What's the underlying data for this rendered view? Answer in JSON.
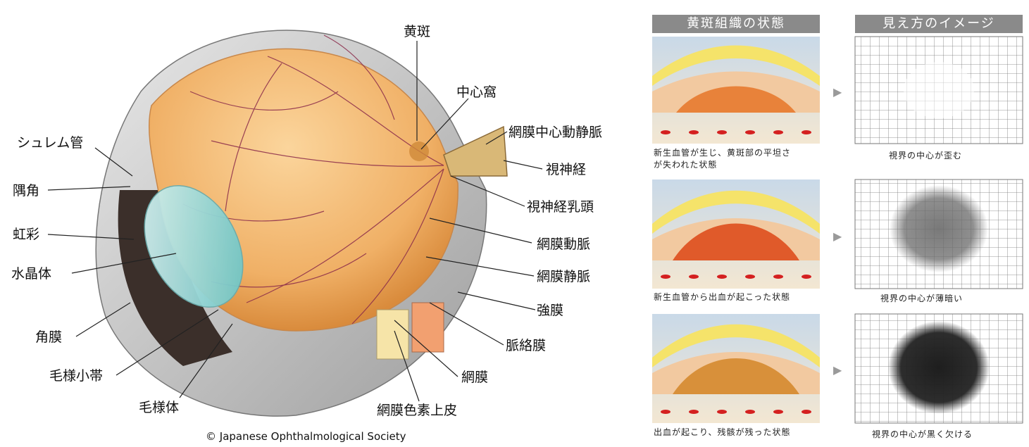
{
  "eye_labels": {
    "macula": "黄斑",
    "fovea": "中心窩",
    "central_retinal_vessels": "網膜中心動静脈",
    "optic_nerve": "視神経",
    "optic_disc": "視神経乳頭",
    "retinal_artery": "網膜動脈",
    "retinal_vein": "網膜静脈",
    "sclera": "強膜",
    "choroid": "脈絡膜",
    "retina": "網膜",
    "rpe": "網膜色素上皮",
    "schlemm": "シュレム管",
    "angle": "隅角",
    "iris": "虹彩",
    "lens": "水晶体",
    "cornea": "角膜",
    "zonule": "毛様小帯",
    "ciliary_body": "毛様体"
  },
  "copyright": "© Japanese Ophthalmological Society",
  "headers": {
    "tissue": "黄斑組織の状態",
    "vision": "見え方のイメージ"
  },
  "rows": [
    {
      "tissue_caption": "新生血管が生じ、黄斑部の平坦さ\nが失われた状態",
      "vision_caption": "視界の中心が歪む",
      "arrow": "▶"
    },
    {
      "tissue_caption": "新生血管から出血が起こった状態",
      "vision_caption": "視界の中心が薄暗い",
      "arrow": "▶"
    },
    {
      "tissue_caption": "出血が起こり、残骸が残った状態",
      "vision_caption": "視界の中心が黒く欠ける",
      "arrow": "▶"
    }
  ],
  "colors": {
    "eyeball": "#f2b46a",
    "sclera": "#cfcfcf",
    "vessel": "#8a2a4a",
    "lens": "#9fd8d8",
    "header_bg": "#8a8a8a"
  }
}
